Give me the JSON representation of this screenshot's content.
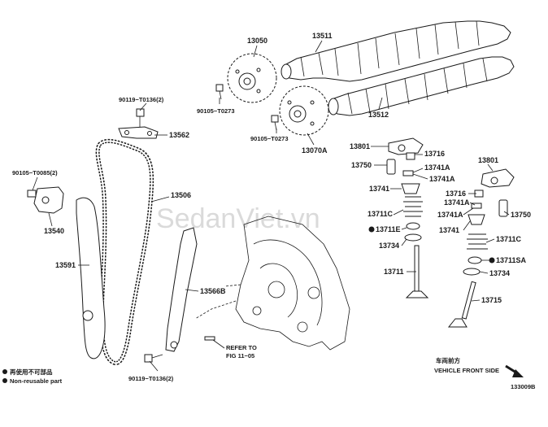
{
  "watermark": "SedanViet.vn",
  "figure_code": "133009B",
  "parts": {
    "p13050": "13050",
    "p13511": "13511",
    "p13512": "13512",
    "p13070A": "13070A",
    "p90105_T0273_a": "90105−T0273",
    "p90105_T0273_b": "90105−T0273",
    "p90119_T0136_top": "90119−T0136(2)",
    "p13562": "13562",
    "p90105_T0085": "90105−T0085(2)",
    "p13540": "13540",
    "p13506": "13506",
    "p13591": "13591",
    "p13566B": "13566B",
    "p90119_T0136_bot": "90119−T0136(2)",
    "p13801_a": "13801",
    "p13716_a": "13716",
    "p13750_a": "13750",
    "p13741A_a1": "13741A",
    "p13741A_a2": "13741A",
    "p13741_a": "13741",
    "p13711C_a": "13711C",
    "p13711E": "13711E",
    "p13734_a": "13734",
    "p13711": "13711",
    "p13801_b": "13801",
    "p13716_b": "13716",
    "p13741A_b1": "13741A",
    "p13741A_b2": "13741A",
    "p13750_b": "13750",
    "p13741_b": "13741",
    "p13711C_b": "13711C",
    "p13711SA": "13711SA",
    "p13734_b": "13734",
    "p13715": "13715"
  },
  "refer": {
    "line1": "REFER TO",
    "line2": "FIG 11−05"
  },
  "direction": {
    "cn": "车両前方",
    "en": "VEHICLE FRONT SIDE"
  },
  "legend": {
    "item1_cn": "再使用不可部品",
    "item2": "Non-reusable part"
  }
}
